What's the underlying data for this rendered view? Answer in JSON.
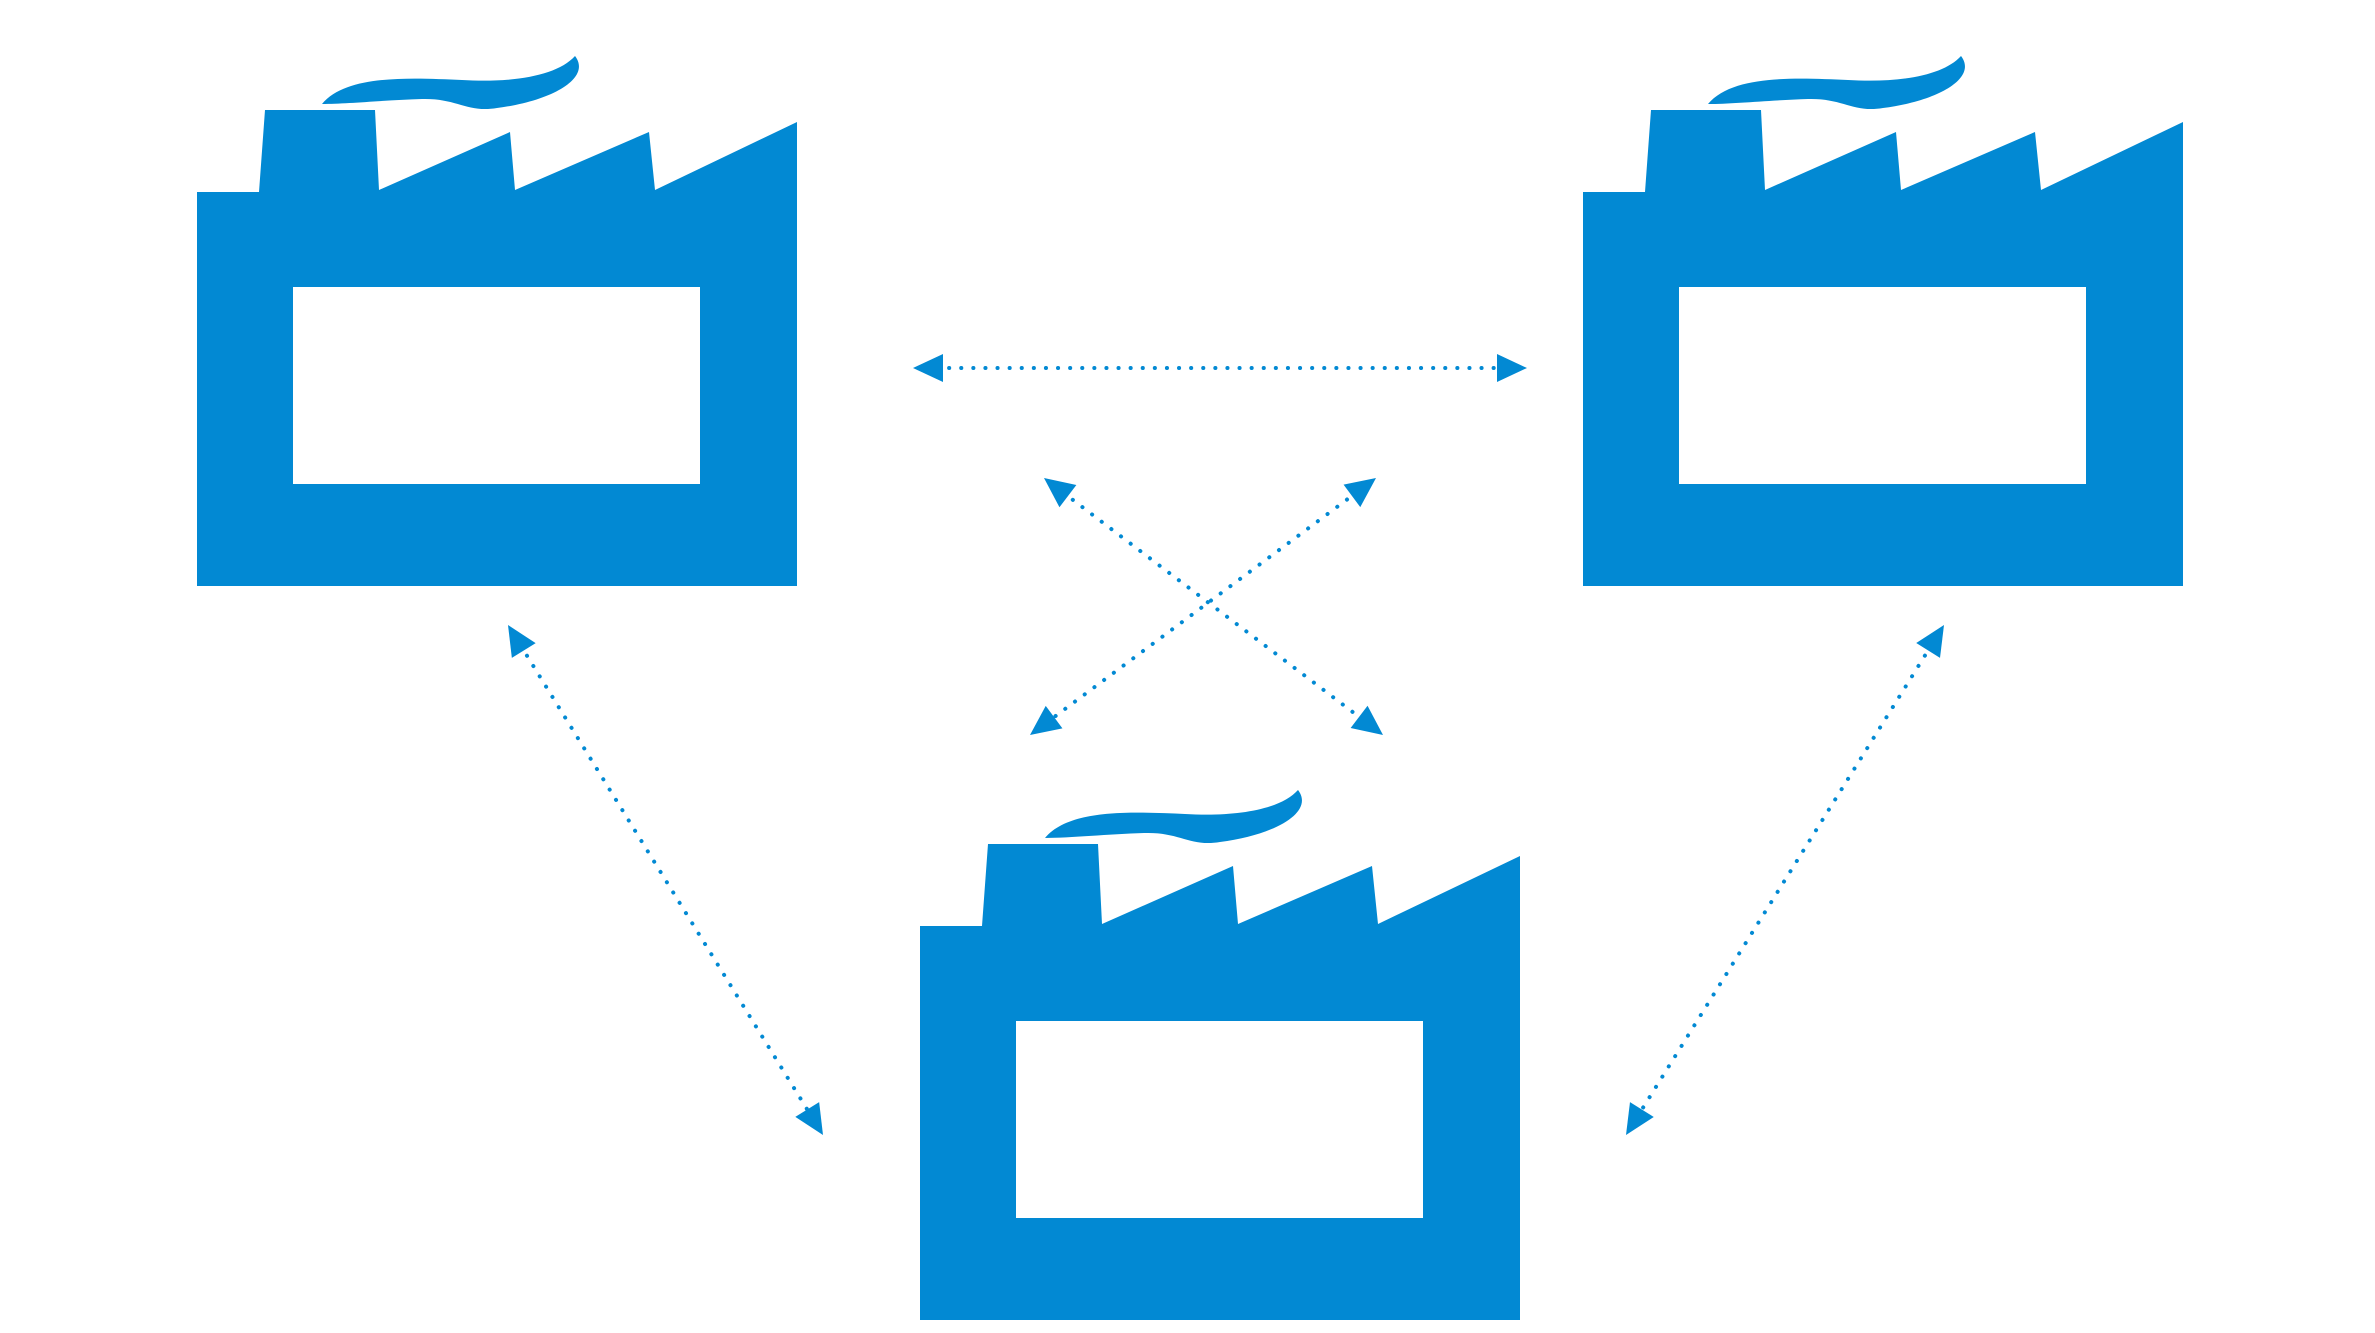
{
  "diagram": {
    "accent_color": "#0289d3",
    "background_color": "#ffffff",
    "nodes": [
      {
        "id": "factory-top-left",
        "icon": "factory-icon"
      },
      {
        "id": "factory-top-right",
        "icon": "factory-icon"
      },
      {
        "id": "factory-bottom",
        "icon": "factory-icon"
      }
    ],
    "connections": [
      {
        "id": "link-top-left-top-right",
        "from": "factory-top-left",
        "to": "factory-top-right",
        "style": "dotted",
        "arrows": "both"
      },
      {
        "id": "link-top-left-bottom",
        "from": "factory-top-left",
        "to": "factory-bottom",
        "style": "dotted",
        "arrows": "both"
      },
      {
        "id": "link-top-right-bottom",
        "from": "factory-top-right",
        "to": "factory-bottom",
        "style": "dotted",
        "arrows": "both"
      },
      {
        "id": "link-cross-a",
        "from": "factory-top-left",
        "to": "factory-bottom",
        "style": "dotted",
        "arrows": "both"
      },
      {
        "id": "link-cross-b",
        "from": "factory-top-right",
        "to": "factory-bottom",
        "style": "dotted",
        "arrows": "both"
      }
    ]
  }
}
